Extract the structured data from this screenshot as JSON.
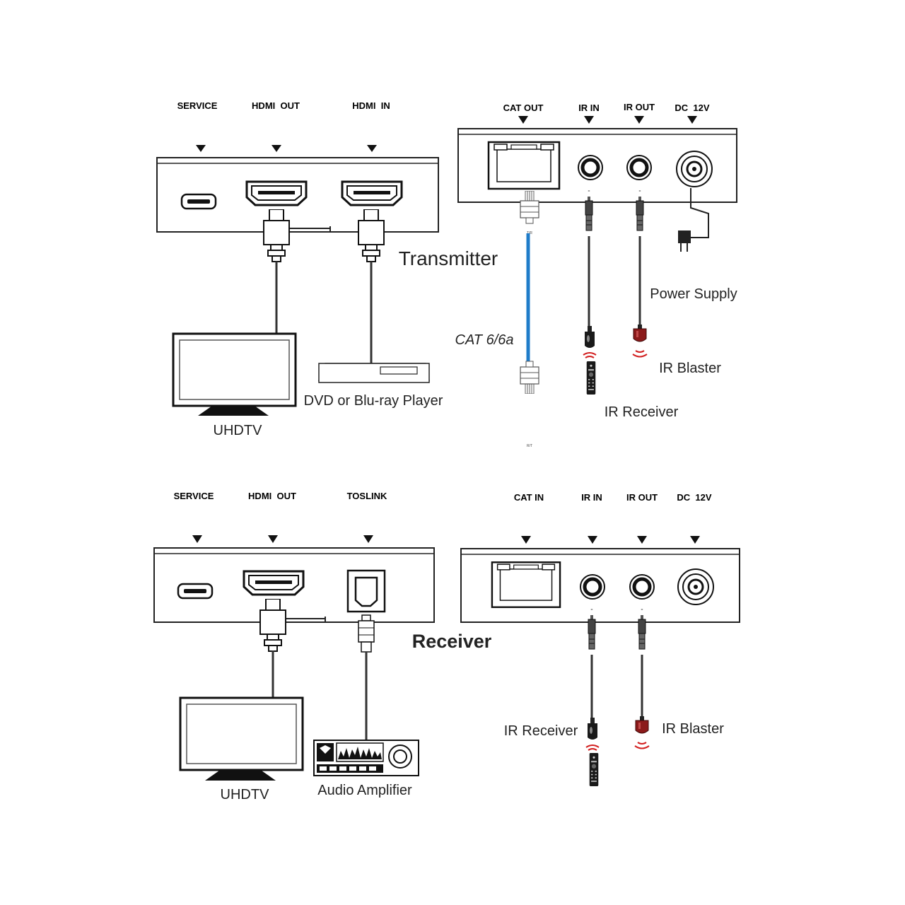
{
  "transmitter": {
    "title": "Transmitter",
    "front_ports": {
      "service": "SERVICE",
      "hdmi_out": "HDMI  OUT",
      "hdmi_in": "HDMI  IN"
    },
    "rear_ports": {
      "cat_out": "CAT OUT",
      "ir_in": "IR IN",
      "ir_out": "IR OUT",
      "dc": "DC  12V"
    },
    "devices": {
      "uhdtv": "UHDTV",
      "player": "DVD or Blu-ray Player",
      "cable": "CAT 6/6a",
      "power": "Power Supply",
      "ir_blaster": "IR Blaster",
      "ir_receiver": "IR Receiver"
    }
  },
  "receiver": {
    "title": "Receiver",
    "front_ports": {
      "service": "SERVICE",
      "hdmi_out": "HDMI  OUT",
      "toslink": "TOSLINK"
    },
    "rear_ports": {
      "cat_in": "CAT IN",
      "ir_in": "IR IN",
      "ir_out": "IR OUT",
      "dc": "DC  12V"
    },
    "devices": {
      "uhdtv": "UHDTV",
      "amplifier": "Audio Amplifier",
      "ir_receiver": "IR Receiver",
      "ir_blaster": "IR Blaster"
    }
  },
  "colors": {
    "cable": "#1f7cc9",
    "ir_blaster": "#8b1a1a",
    "ir_wave": "#d21f1f"
  }
}
